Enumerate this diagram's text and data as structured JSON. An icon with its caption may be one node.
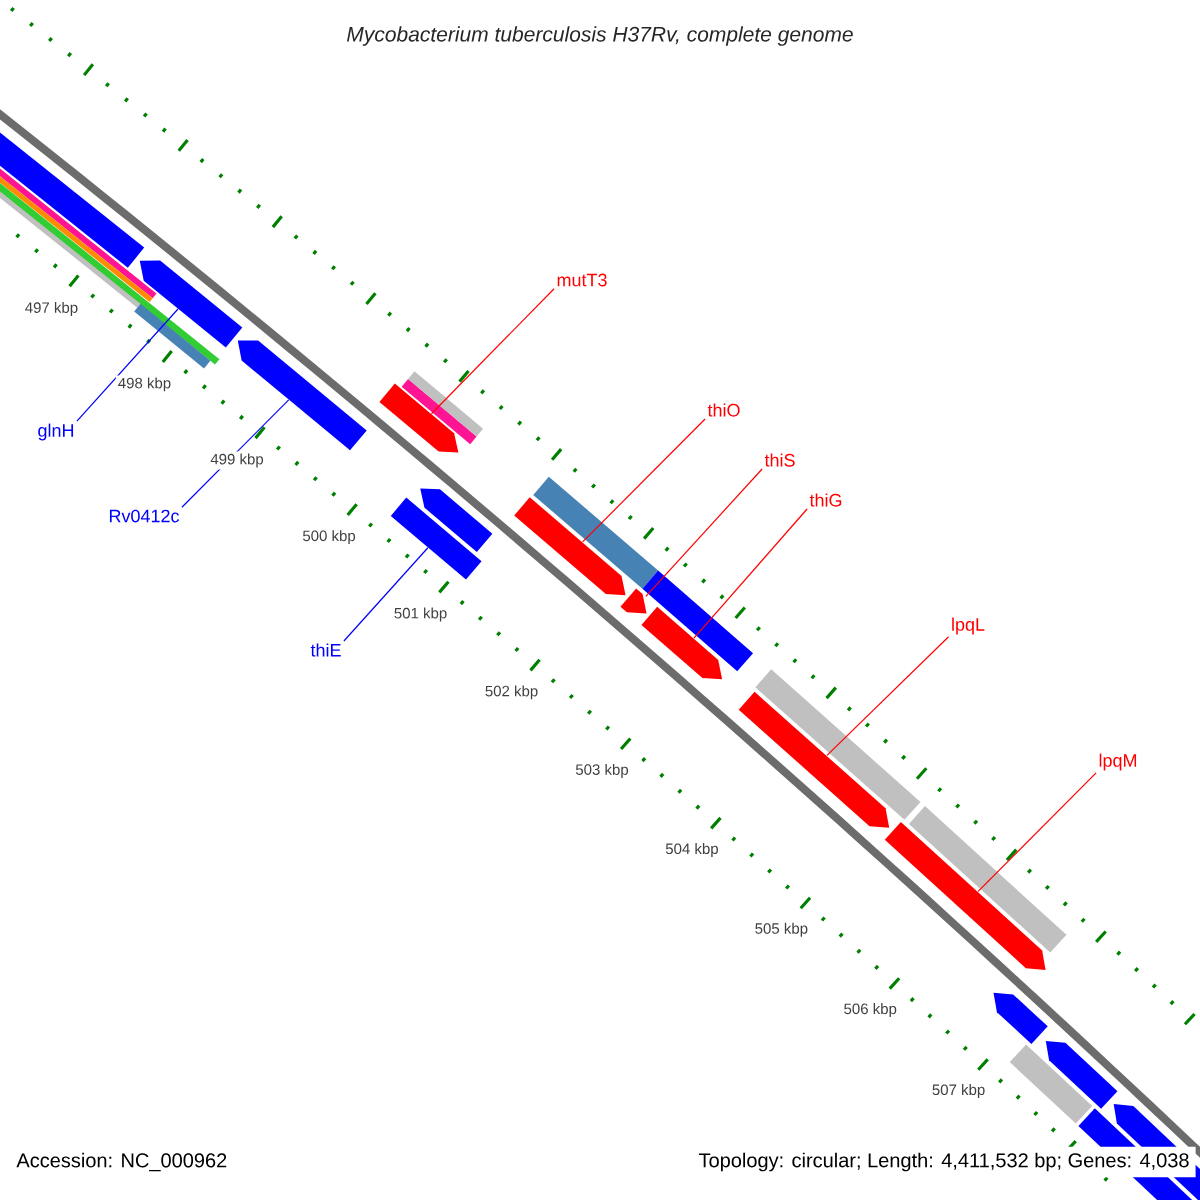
{
  "diagram": {
    "title": "Mycobacterium tuberculosis H37Rv, complete genome",
    "nodes": [
      {
        "text": [
          "mutT3"
        ]
      },
      {
        "text": [],
        "shape": "arrow"
      },
      {
        "text": [
          "thiO"
        ]
      },
      {
        "text": [],
        "shape": "arrow"
      },
      {
        "text": [
          "thiS"
        ]
      },
      {
        "text": [],
        "shape": "arrow"
      },
      {
        "text": [
          "thiG"
        ]
      },
      {
        "text": [],
        "shape": "arrow"
      },
      {
        "text": [
          "lpqL"
        ]
      },
      {
        "text": [],
        "shape": "arrow"
      },
      {
        "text": [
          "lpqM"
        ]
      },
      {
        "text": [],
        "shape": "arrow"
      },
      {
        "text": [
          "glnH"
        ]
      },
      {
        "text": [],
        "shape": "arrow"
      },
      {
        "text": [
          "Rv0412c"
        ]
      },
      {
        "text": [],
        "shape": "arrow"
      },
      {
        "text": [
          "thiE"
        ]
      },
      {
        "text": [],
        "shape": "bar"
      },
      {
        "text": [],
        "shape": "bar"
      },
      {
        "text": [],
        "shape": "bar"
      },
      {
        "text": [],
        "shape": "bar"
      },
      {
        "text": [],
        "shape": "bar"
      },
      {
        "text": [],
        "shape": "bar"
      },
      {
        "text": [],
        "shape": "bar"
      },
      {
        "text": [],
        "shape": "arrow"
      },
      {
        "text": [],
        "shape": "arrow"
      },
      {
        "text": [],
        "shape": "arrow"
      },
      {
        "text": [],
        "shape": "arrow"
      },
      {
        "text": [],
        "shape": "bar"
      },
      {
        "text": [],
        "shape": "bar"
      },
      {
        "text": [],
        "shape": "bar"
      },
      {
        "text": [],
        "shape": "bar"
      },
      {
        "text": [],
        "shape": "bar"
      },
      {
        "text": [],
        "shape": "bar"
      },
      {
        "text": [],
        "shape": "bar"
      },
      {
        "text": [],
        "shape": "bar"
      }
    ],
    "edges": [
      {
        "from": 0,
        "to": 1,
        "arrow": "none"
      },
      {
        "from": 2,
        "to": 3,
        "arrow": "none"
      },
      {
        "from": 4,
        "to": 5,
        "arrow": "none"
      },
      {
        "from": 6,
        "to": 7,
        "arrow": "none"
      },
      {
        "from": 8,
        "to": 9,
        "arrow": "none"
      },
      {
        "from": 10,
        "to": 11,
        "arrow": "none"
      },
      {
        "from": 12,
        "to": 13,
        "arrow": "none",
        "color": "#0000ff"
      },
      {
        "from": 14,
        "to": 15,
        "arrow": "none",
        "color": "#0000ff"
      },
      {
        "from": 16,
        "to": 17,
        "arrow": "none",
        "color": "#0000ff"
      }
    ],
    "labels": [
      "497 kbp",
      "498 kbp",
      "499 kbp",
      "500 kbp",
      "501 kbp",
      "502 kbp",
      "503 kbp",
      "504 kbp",
      "505 kbp",
      "506 kbp",
      "507 kbp",
      "Accession: NC_000962",
      "Topology: circular; Length: 4,411,532 bp; Genes: 4,038"
    ]
  }
}
